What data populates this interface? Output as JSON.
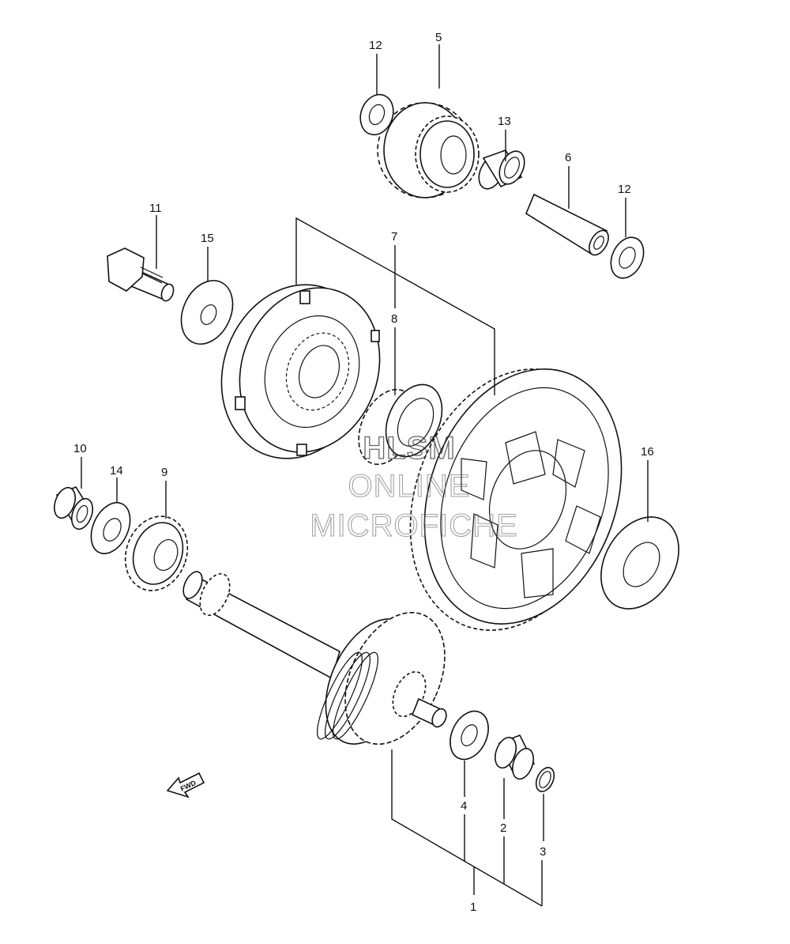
{
  "callouts": {
    "c1": "1",
    "c2": "2",
    "c3": "3",
    "c4": "4",
    "c5": "5",
    "c6": "6",
    "c7": "7",
    "c8": "8",
    "c9": "9",
    "c10": "10",
    "c11": "11",
    "c12a": "12",
    "c12b": "12",
    "c13": "13",
    "c14": "14",
    "c15": "15",
    "c16": "16"
  },
  "watermark": {
    "line1": "HLSM",
    "line2": "ONLINE",
    "line3": "MICROFICHE"
  },
  "fwd_label": "FWD"
}
